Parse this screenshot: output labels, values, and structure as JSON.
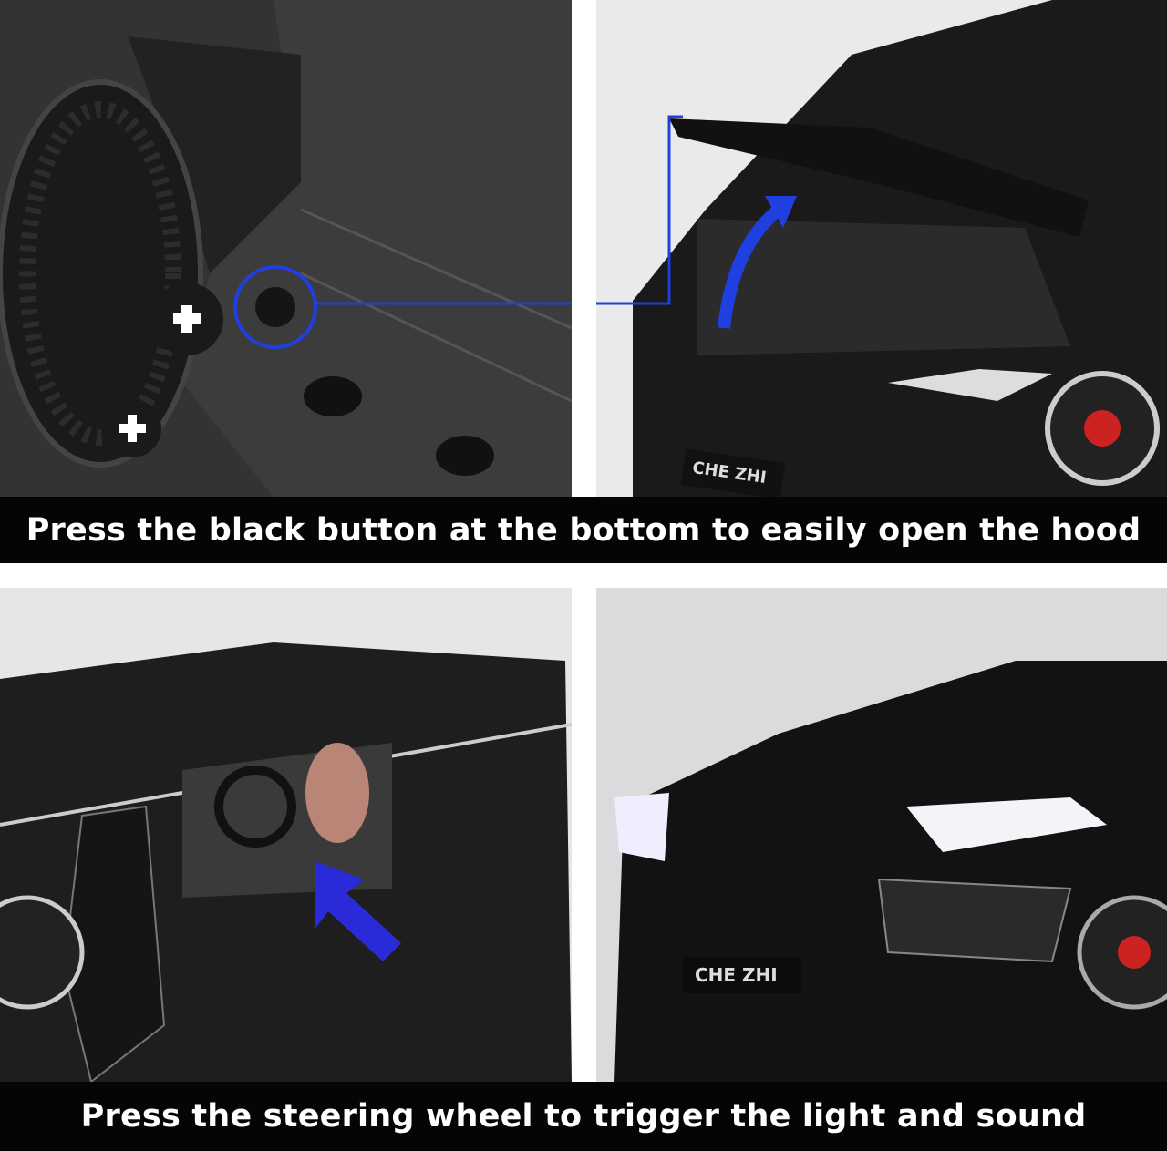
{
  "panels": {
    "top_left": {
      "plate_text": ""
    },
    "top_right": {
      "plate_text": "CHE ZHI"
    },
    "bottom_right": {
      "plate_text": "CHE ZHI"
    }
  },
  "captions": {
    "top": "Press the black button at the bottom to easily open the hood",
    "bottom": "Press the steering wheel to trigger the light and sound"
  },
  "colors": {
    "accent": "#1f3fe0",
    "band": "#050505",
    "caption_text": "#ffffff"
  }
}
